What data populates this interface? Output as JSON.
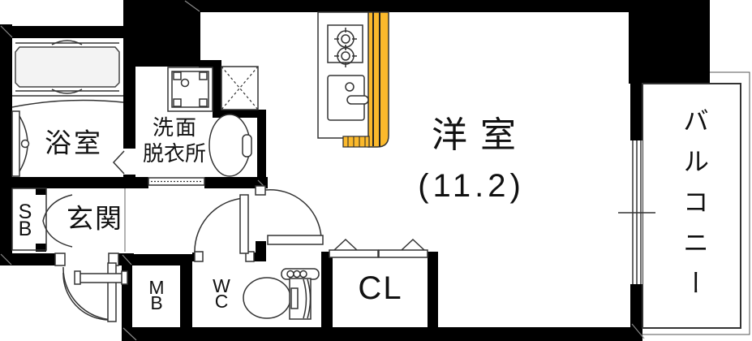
{
  "plan": {
    "type": "apartment-floor-plan",
    "rooms": {
      "bathroom": {
        "label": "浴室"
      },
      "washroom": {
        "line1": "洗面",
        "line2": "脱衣所"
      },
      "entrance": {
        "label": "玄関"
      },
      "shoe_box": {
        "line1": "S",
        "line2": "B"
      },
      "meter_box": {
        "line1": "M",
        "line2": "B"
      },
      "wc": {
        "line1": "W",
        "line2": "C"
      },
      "closet": {
        "label": "CL"
      },
      "main_room": {
        "label": "洋室",
        "area_label": "(11.2)"
      },
      "balcony": {
        "label": "バルコニー"
      }
    },
    "colors": {
      "wall": "#000000",
      "kitchen_counter": "#FBB92C",
      "outline": "#333333",
      "tub_fill": "#f3f3f3"
    }
  }
}
